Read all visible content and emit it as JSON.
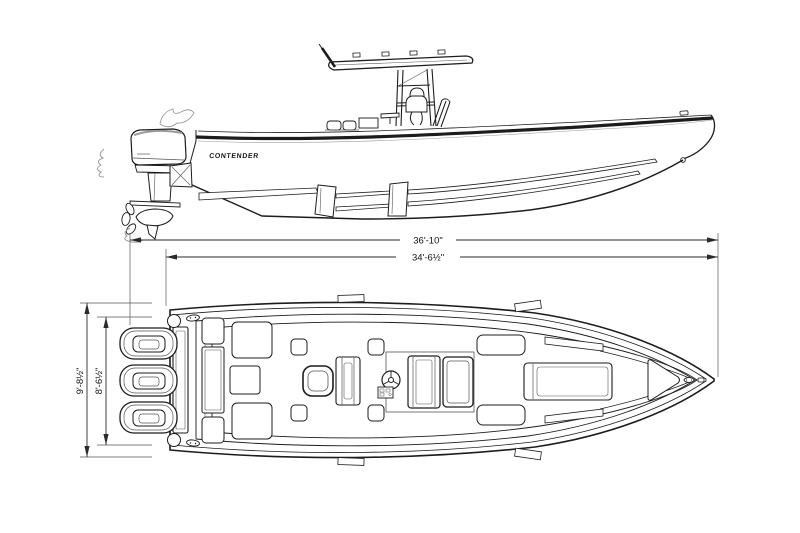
{
  "canvas": {
    "background": "#ffffff",
    "ink": "#1c1c1c"
  },
  "side_view": {
    "hull_logo": "CONTENDER"
  },
  "dimensions": {
    "overall_length_label": "36'-10\"",
    "hull_length_label": "34'-6½\"",
    "beam_overall_label": "9'-8½\"",
    "beam_hull_label": "8'-6½\""
  }
}
